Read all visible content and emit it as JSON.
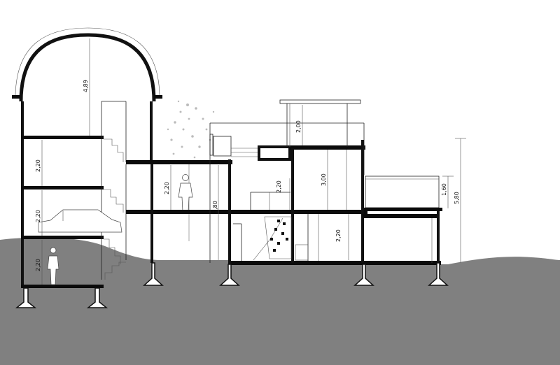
{
  "drawing": {
    "type": "architectural-section",
    "colors": {
      "ground": "#808080",
      "line": "#111111",
      "background": "#ffffff"
    },
    "dimensions": {
      "vault_height": "4,89",
      "tower_floor_3": "2,20",
      "tower_floor_2": "2,20",
      "tower_floor_1": "2,20",
      "middle_upper": "2,20",
      "middle_lower": "2,80",
      "right_upper_short": "2,20",
      "pergola": "2,00",
      "right_tall": "3,00",
      "right_lower": "2,20",
      "terrace_rail": "1,60",
      "overall_right": "5,80"
    }
  }
}
